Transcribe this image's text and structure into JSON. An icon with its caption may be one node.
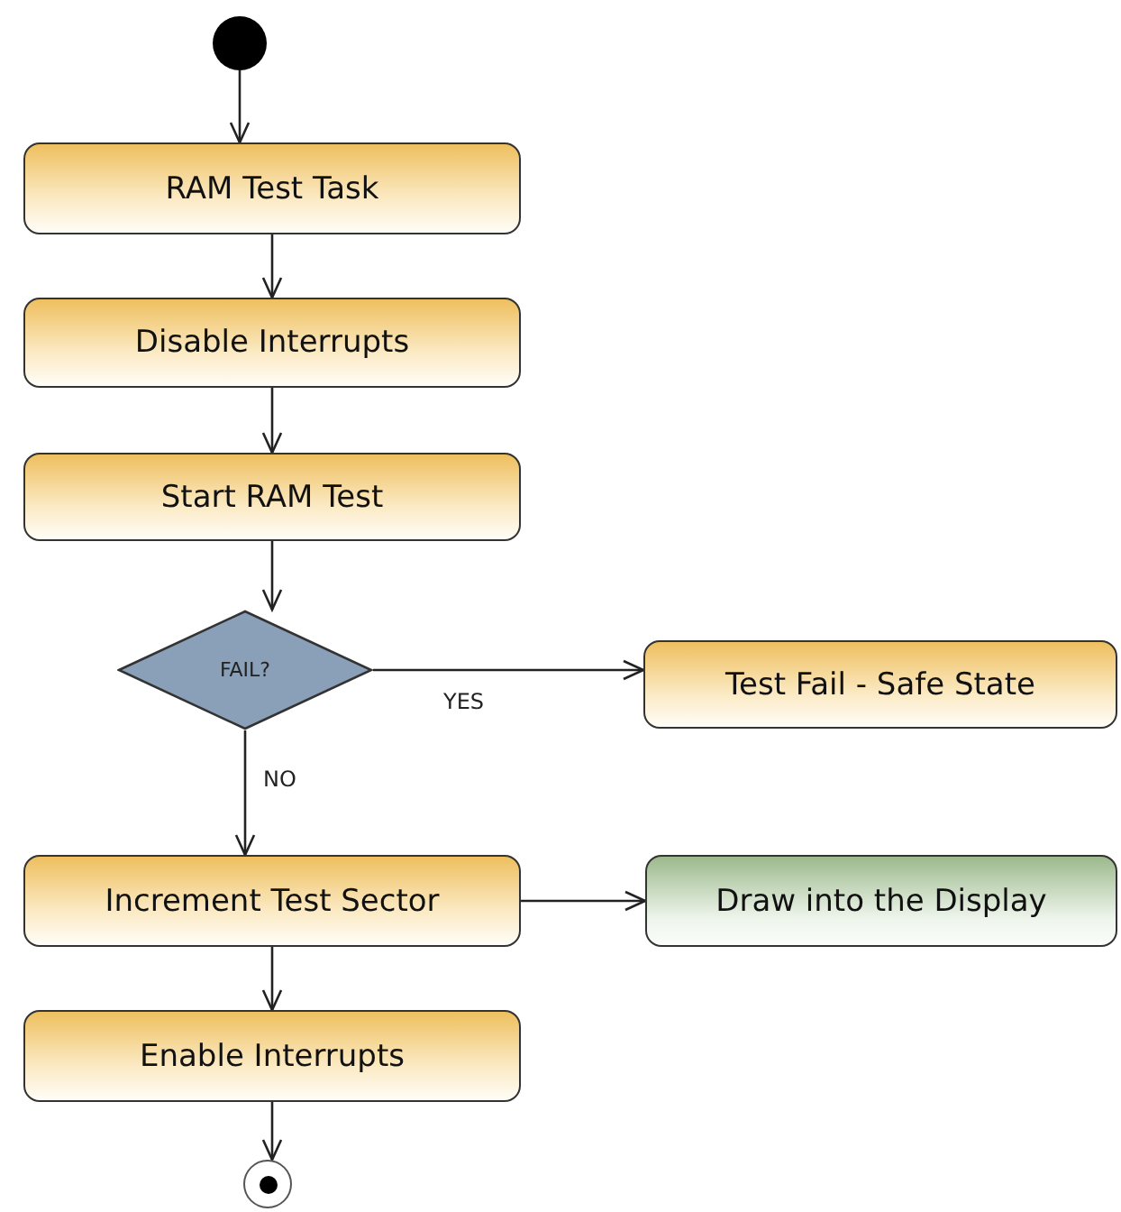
{
  "diagram": {
    "nodes": [
      {
        "text": [],
        "shape": "circle"
      },
      {
        "text": [
          "RAM Test Task"
        ]
      },
      {
        "text": [
          "Disable Interrupts"
        ]
      },
      {
        "text": [
          "Start RAM Test"
        ]
      },
      {
        "text": [
          "FAIL?"
        ]
      },
      {
        "text": [
          "Test Fail - Safe State"
        ]
      },
      {
        "text": [
          "Increment Test Sector"
        ]
      },
      {
        "text": [
          "Draw into the Display"
        ]
      },
      {
        "text": [
          "Enable Interrupts"
        ]
      },
      {
        "text": [],
        "shape": "circle"
      }
    ],
    "edges": [
      {
        "from": 0,
        "to": 1,
        "arrow": "to"
      },
      {
        "from": 1,
        "to": 2,
        "arrow": "to"
      },
      {
        "from": 2,
        "to": 3,
        "arrow": "to"
      },
      {
        "from": 3,
        "to": 4,
        "arrow": "to"
      },
      {
        "from": 4,
        "to": 5,
        "arrow": "to",
        "label": "YES"
      },
      {
        "from": 4,
        "to": 6,
        "arrow": "to",
        "label": "NO"
      },
      {
        "from": 6,
        "to": 7,
        "arrow": "to"
      },
      {
        "from": 6,
        "to": 8,
        "arrow": "to"
      },
      {
        "from": 8,
        "to": 9,
        "arrow": "to"
      }
    ]
  }
}
